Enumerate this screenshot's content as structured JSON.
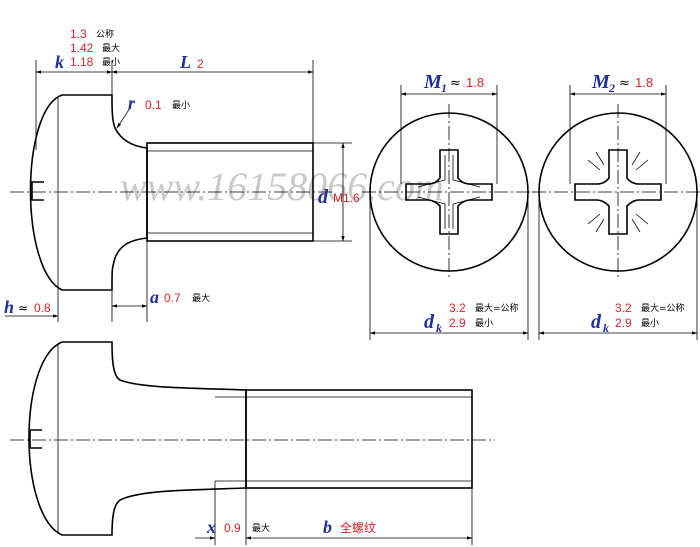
{
  "watermark": "www.16158066.com",
  "k": {
    "symbol": "k",
    "nominal": "1.3",
    "nominal_note": "公称",
    "max": "1.42",
    "max_note": "最大",
    "min": "1.18",
    "min_note": "最小"
  },
  "L": {
    "symbol": "L",
    "value": "2"
  },
  "r": {
    "symbol": "r",
    "value": "0.1",
    "note": "最小"
  },
  "d": {
    "symbol": "d",
    "value": "M1.6"
  },
  "h": {
    "symbol": "h",
    "approx": "≈",
    "value": "0.8"
  },
  "a": {
    "symbol": "a",
    "value": "0.7",
    "note": "最大"
  },
  "M1": {
    "symbol": "M",
    "sub": "1",
    "approx": "≈",
    "value": "1.8"
  },
  "M2": {
    "symbol": "M",
    "sub": "2",
    "approx": "≈",
    "value": "1.8"
  },
  "dk1": {
    "symbol": "d",
    "sub": "k",
    "max": "3.2",
    "max_note": "最大=公称",
    "min": "2.9",
    "min_note": "最小"
  },
  "dk2": {
    "symbol": "d",
    "sub": "k",
    "max": "3.2",
    "max_note": "最大=公称",
    "min": "2.9",
    "min_note": "最小"
  },
  "x": {
    "symbol": "x",
    "value": "0.9",
    "note": "最大"
  },
  "b": {
    "symbol": "b",
    "value": "全螺纹"
  }
}
